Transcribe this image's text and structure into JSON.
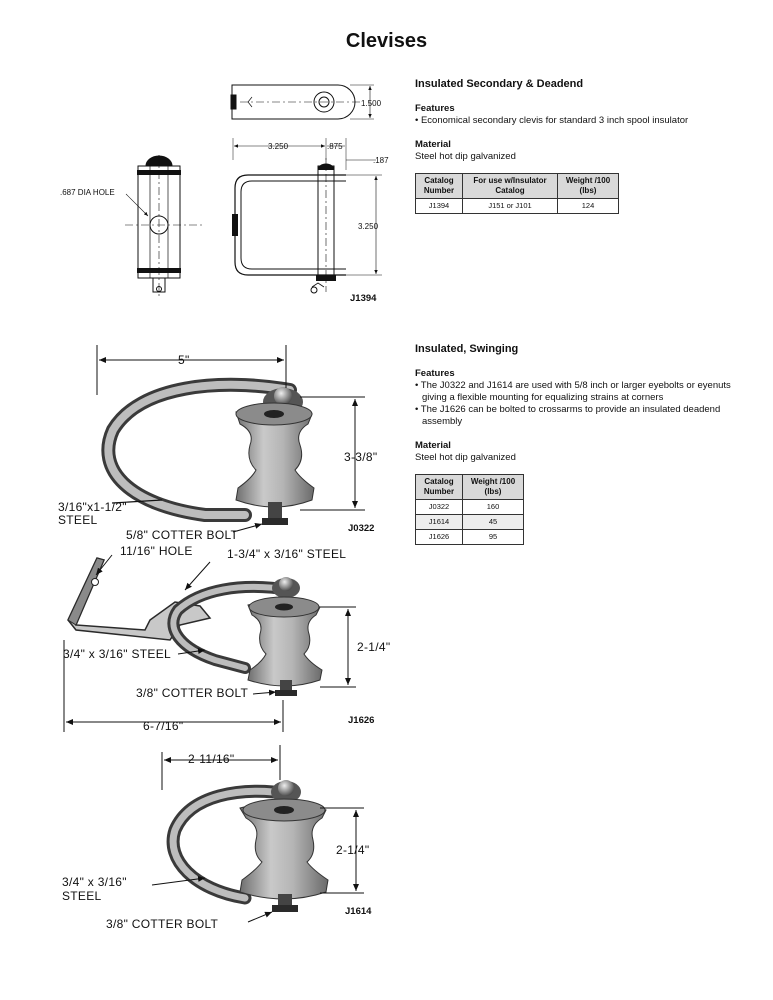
{
  "page": {
    "title": "Clevises"
  },
  "sections": [
    {
      "heading": "Insulated Secondary & Deadend",
      "features_label": "Features",
      "features": [
        "• Economical secondary clevis for standard 3 inch spool insulator"
      ],
      "material_label": "Material",
      "material": "Steel hot dip galvanized",
      "table": {
        "headers": [
          "Catalog Number",
          "For use w/Insulator Catalog",
          "Weight /100 (lbs)"
        ],
        "rows": [
          [
            "J1394",
            "J151 or J101",
            "124"
          ]
        ]
      }
    },
    {
      "heading": "Insulated, Swinging",
      "features_label": "Features",
      "features": [
        "• The J0322 and J1614 are used with 5/8 inch or larger eyebolts or eyenuts giving a flexible mounting for equalizing strains at corners",
        "• The J1626 can be bolted to crossarms to provide an insulated deadend assembly"
      ],
      "material_label": "Material",
      "material": "Steel hot dip galvanized",
      "table": {
        "headers": [
          "Catalog Number",
          "Weight /100 (lbs)"
        ],
        "rows": [
          [
            "J0322",
            "160"
          ],
          [
            "J1614",
            "45"
          ],
          [
            "J1626",
            "95"
          ]
        ]
      }
    }
  ],
  "drawings": {
    "j1394": {
      "catalog": "J1394",
      "dims": {
        "height": "1.500",
        "length": "3.250",
        "eye": ".875",
        "thickness": ".187",
        "depth": "3.250",
        "hole": ".687 DIA HOLE"
      }
    },
    "j0322": {
      "catalog": "J0322",
      "dims": {
        "width": "5\"",
        "height": "3-3/8\"",
        "strap": "3/16\"x1-1/2\"",
        "strap2": "STEEL",
        "bolt": "5/8\" COTTER BOLT"
      }
    },
    "j1626": {
      "catalog": "J1626",
      "dims": {
        "hole": "11/16\" HOLE",
        "top_steel": "1-3/4\" x 3/16\" STEEL",
        "steel": "3/4\" x 3/16\" STEEL",
        "height": "2-1/4\"",
        "bolt": "3/8\" COTTER BOLT",
        "width": "6-7/16\""
      }
    },
    "j1614": {
      "catalog": "J1614",
      "dims": {
        "width": "2-11/16\"",
        "height": "2-1/4\"",
        "steel1": "3/4\" x 3/16\"",
        "steel2": "STEEL",
        "bolt": "3/8\" COTTER BOLT"
      }
    }
  }
}
